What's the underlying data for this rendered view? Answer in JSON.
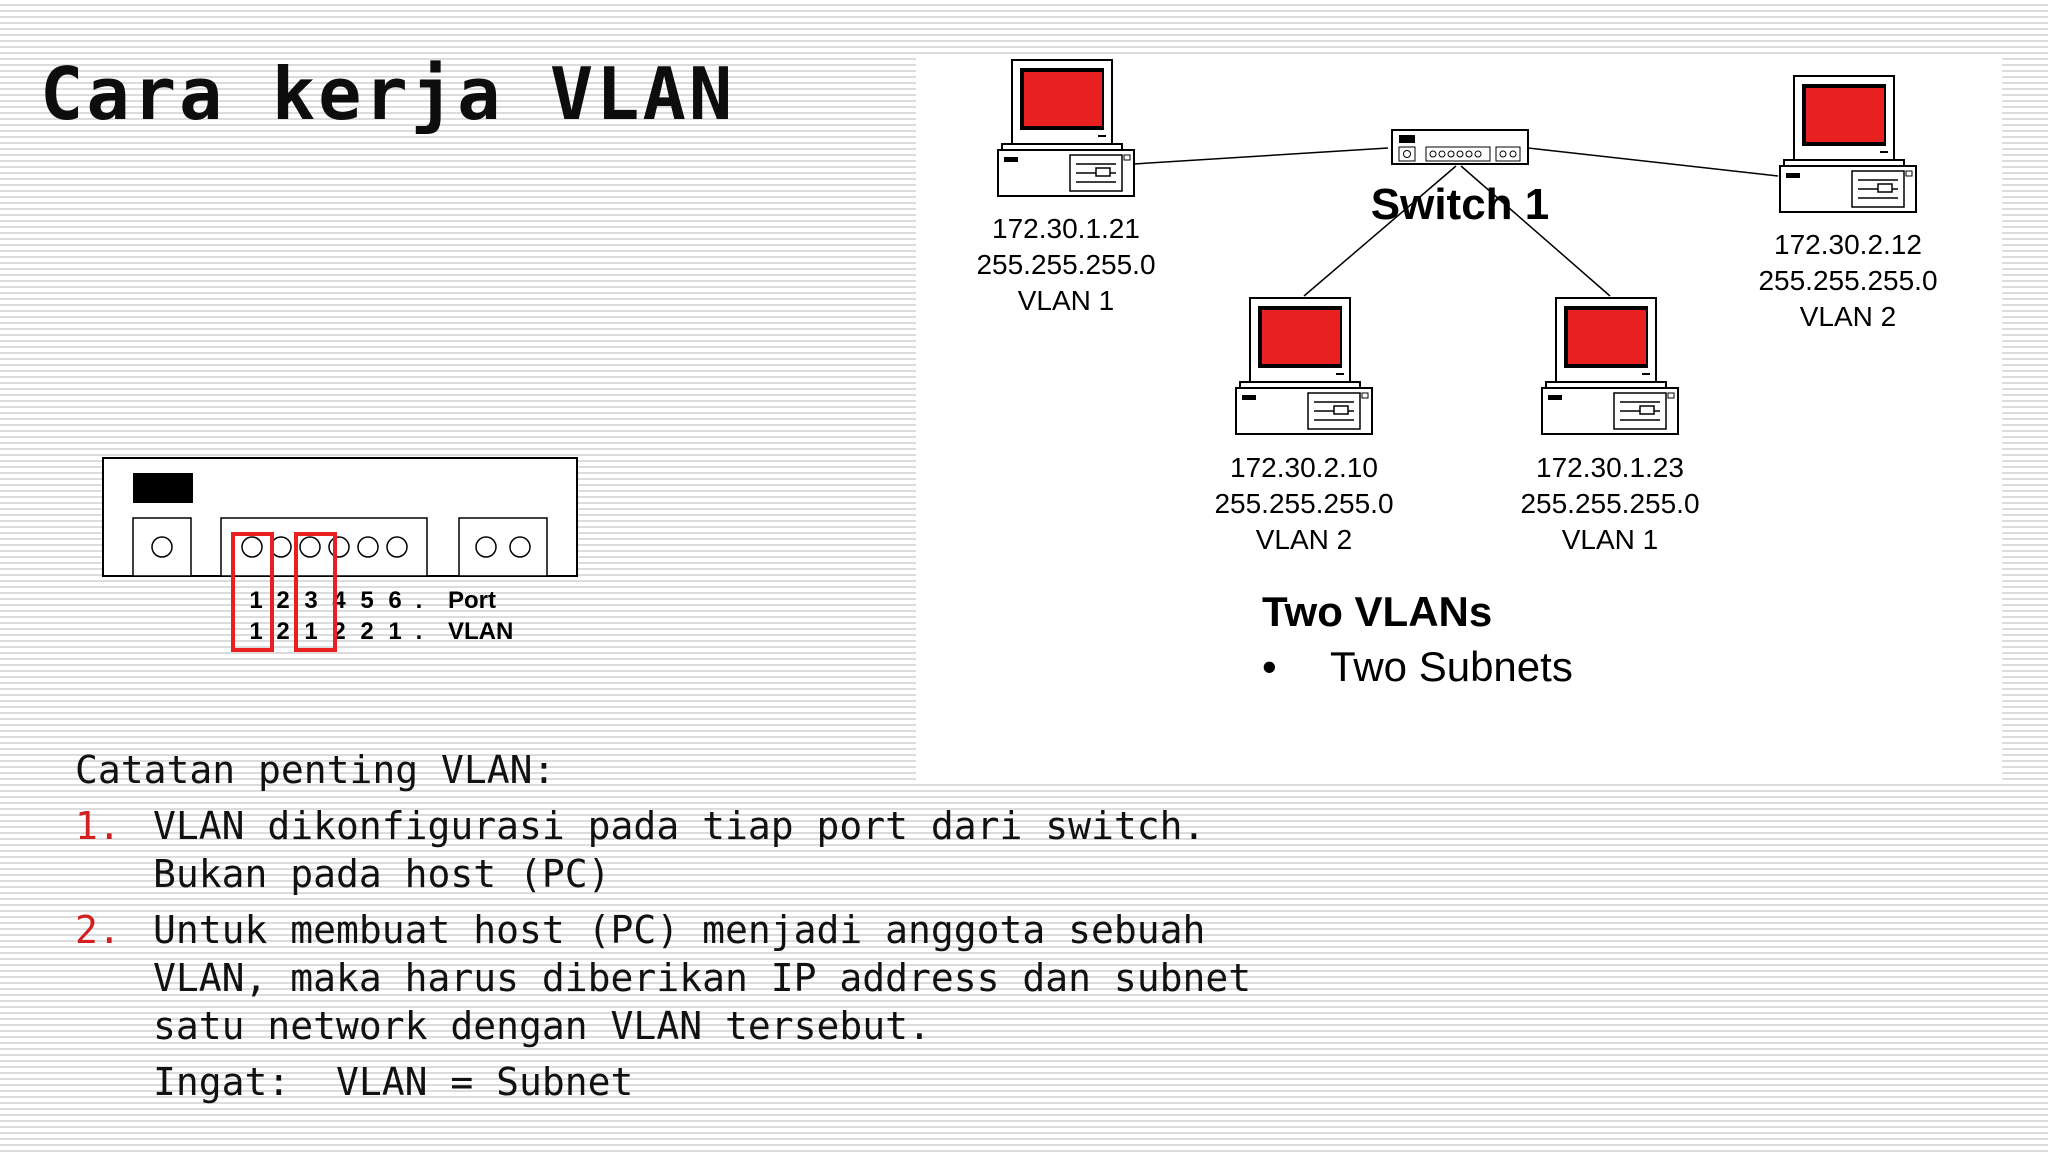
{
  "title": "Cara kerja VLAN",
  "network": {
    "switch_label": "Switch 1",
    "hosts": [
      {
        "ip": "172.30.1.21",
        "mask": "255.255.255.0",
        "vlan": "VLAN 1"
      },
      {
        "ip": "172.30.2.12",
        "mask": "255.255.255.0",
        "vlan": "VLAN 2"
      },
      {
        "ip": "172.30.2.10",
        "mask": "255.255.255.0",
        "vlan": "VLAN 2"
      },
      {
        "ip": "172.30.1.23",
        "mask": "255.255.255.0",
        "vlan": "VLAN 1"
      }
    ],
    "heading": "Two VLANs",
    "bullet": "Two Subnets"
  },
  "switch_ports": {
    "port_row": [
      "1",
      "2",
      "3",
      "4",
      "5",
      "6",
      "."
    ],
    "vlan_row": [
      "1",
      "2",
      "1",
      "2",
      "2",
      "1",
      "."
    ],
    "port_label": "Port",
    "vlan_label": "VLAN"
  },
  "notes": {
    "heading": "Catatan penting VLAN:",
    "items": [
      {
        "num": "1.",
        "lines": [
          "VLAN dikonfigurasi pada tiap port dari switch.",
          "Bukan pada host (PC)"
        ]
      },
      {
        "num": "2.",
        "lines": [
          "Untuk membuat host (PC) menjadi anggota sebuah",
          "VLAN, maka harus diberikan IP address dan subnet",
          "satu network dengan VLAN tersebut."
        ]
      }
    ],
    "reminder": "Ingat:  VLAN = Subnet"
  },
  "colors": {
    "screen_red": "#e8201f",
    "accent_red": "#d21f1f",
    "text": "#111111"
  }
}
